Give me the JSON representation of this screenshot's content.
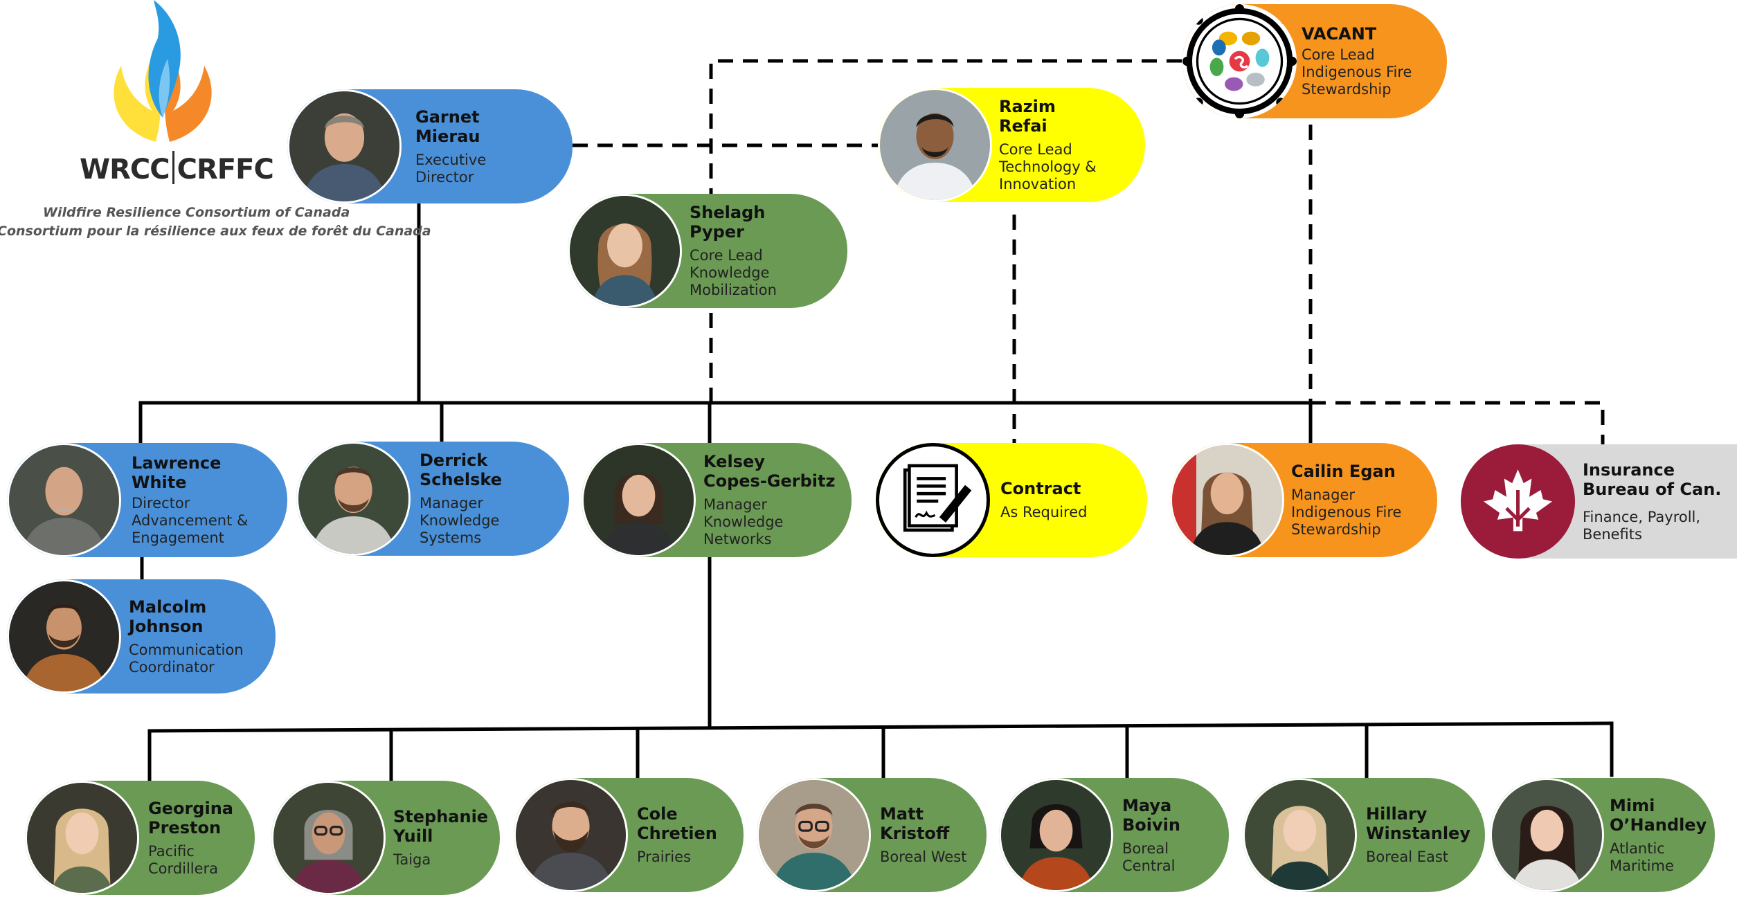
{
  "logo": {
    "wordmark_left": "WRCC",
    "wordmark_right": "CRFFC",
    "name_en": "Wildfire Resilience Consortium of Canada",
    "name_fr": "Consortium pour la résilience aux feux de forêt du Canada"
  },
  "people": {
    "garnet": {
      "name": "Garnet\nMierau",
      "role": "Executive\nDirector"
    },
    "razim": {
      "name": "Razim\nRefai",
      "role": "Core Lead\nTechnology &\nInnovation"
    },
    "vacant": {
      "name": "VACANT",
      "role": "Core Lead\nIndigenous Fire\nStewardship"
    },
    "shelagh": {
      "name": "Shelagh\nPyper",
      "role": "Core Lead\nKnowledge\nMobilization"
    },
    "lawrence": {
      "name": "Lawrence\nWhite",
      "role": "Director\nAdvancement &\nEngagement"
    },
    "derrick": {
      "name": "Derrick\nSchelske",
      "role": "Manager\nKnowledge\nSystems"
    },
    "kelsey": {
      "name": "Kelsey\nCopes-Gerbitz",
      "role": "Manager\nKnowledge\nNetworks"
    },
    "contract": {
      "name": "Contract",
      "role": "As Required"
    },
    "cailin": {
      "name": "Cailin Egan",
      "role": "Manager\nIndigenous Fire\nStewardship"
    },
    "insurance": {
      "name": "Insurance\nBureau of Can.",
      "role": "Finance, Payroll,\nBenefits"
    },
    "malcolm": {
      "name": "Malcolm\nJohnson",
      "role": "Communication\nCoordinator"
    },
    "georgina": {
      "name": "Georgina\nPreston",
      "role": "Pacific\nCordillera"
    },
    "stephanie": {
      "name": "Stephanie\nYuill",
      "role": "Taiga"
    },
    "cole": {
      "name": "Cole\nChretien",
      "role": "Prairies"
    },
    "matt": {
      "name": "Matt\nKristoff",
      "role": "Boreal West"
    },
    "maya": {
      "name": "Maya\nBoivin",
      "role": "Boreal\nCentral"
    },
    "hillary": {
      "name": "Hillary\nWinstanley",
      "role": "Boreal East"
    },
    "mimi": {
      "name": "Mimi\nO’Handley",
      "role": "Atlantic\nMaritime"
    }
  },
  "colors": {
    "blue": "#4a90d9",
    "green": "#6b9a55",
    "yellow": "#ffff00",
    "orange": "#f7941d",
    "grey": "#d9d9d9",
    "maroon": "#9b1b3a"
  }
}
